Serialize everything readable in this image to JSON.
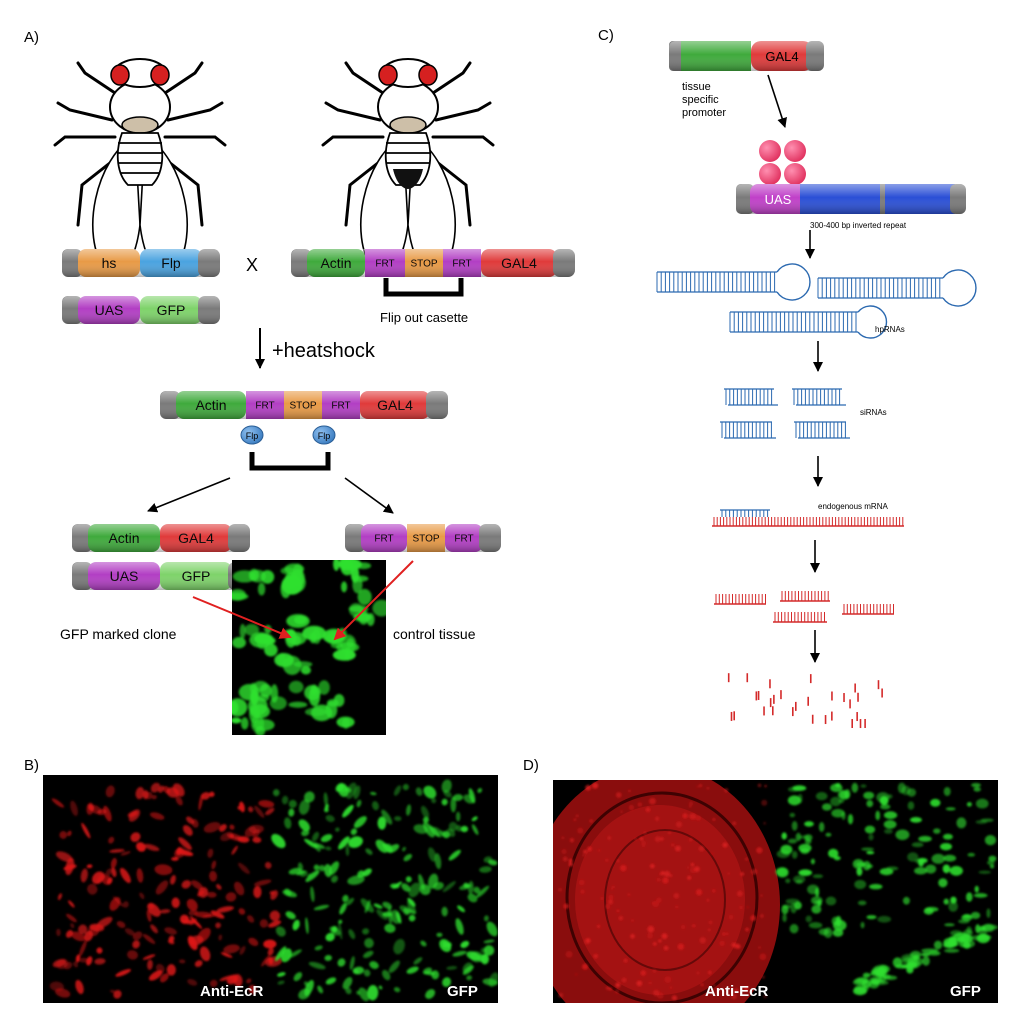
{
  "panels": {
    "a": "A)",
    "b": "B)",
    "c": "C)",
    "d": "D)"
  },
  "panel_a": {
    "construct_hs_flp": [
      "hs",
      "Flp"
    ],
    "construct_uas_gfp": [
      "UAS",
      "GFP"
    ],
    "cross_symbol": "X",
    "construct_flipout": [
      "Actin",
      "FRT",
      "STOP",
      "FRT",
      "GAL4"
    ],
    "flip_out_label": "Flip out casette",
    "heatshock_label": "+heatshock",
    "flp_label": "Flp",
    "result_left_1": [
      "Actin",
      "GAL4"
    ],
    "result_left_2": [
      "UAS",
      "GFP"
    ],
    "result_right": [
      "FRT",
      "STOP",
      "FRT"
    ],
    "gfp_clone_label": "GFP marked clone",
    "control_label": "control tissue"
  },
  "panel_b": {
    "left_label": "Anti-EcR",
    "right_label": "GFP"
  },
  "panel_c": {
    "gal4_label": "GAL4",
    "promoter_label": "tissue specific promoter",
    "uas_label": "UAS",
    "repeat_label": "300-400 bp inverted repeat",
    "hprna_label": "hpRNAs",
    "sirna_label": "siRNAs",
    "mrna_label": "endogenous mRNA"
  },
  "panel_d": {
    "left_label": "Anti-EcR",
    "right_label": "GFP"
  },
  "colors": {
    "orange": "#e89a46",
    "blue": "#4aa3e0",
    "purple": "#b23ec4",
    "lightgreen": "#7ed36a",
    "green": "#3faa3c",
    "red": "#e03a3a",
    "darkblue": "#2a4fd6",
    "grey": "#7a7a7a",
    "rna_blue": "#2b69b0",
    "rna_red": "#d42a2a",
    "clone_green": "#2fe02f",
    "ecr_red": "#e01818"
  }
}
